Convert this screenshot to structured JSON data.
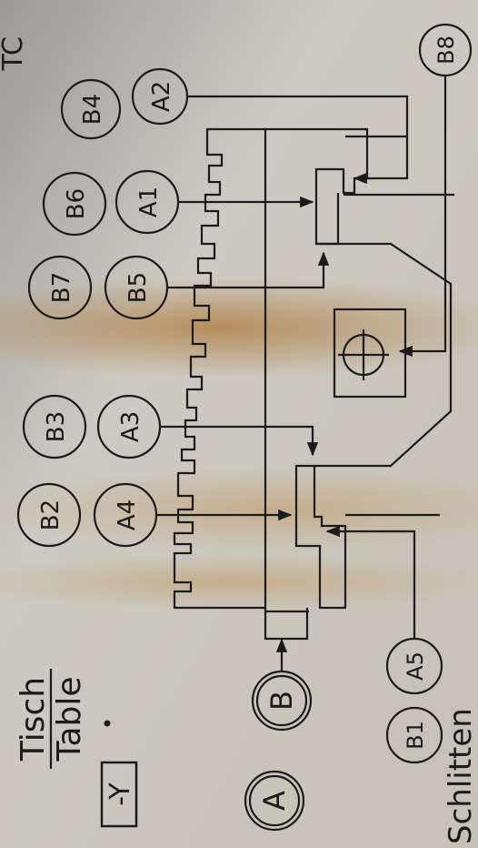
{
  "header": {
    "title_de": "Tisch",
    "title_en": "Table",
    "axis_label": "-Y",
    "footer_word": "Schlitten",
    "corner_text": "TC"
  },
  "datum_labels": {
    "a": "A",
    "b": "B"
  },
  "measurement_points": {
    "top_row": [
      "B8",
      "B4",
      "B6",
      "B7",
      "B3",
      "B2"
    ],
    "inner_row": [
      "A2",
      "A1",
      "B5",
      "A3",
      "A4"
    ],
    "bottom_row": [
      "A5",
      "B1"
    ]
  },
  "colors": {
    "ink": "#1b1b1b",
    "paper": "#c9c6be",
    "stain": "#b58a4e"
  }
}
